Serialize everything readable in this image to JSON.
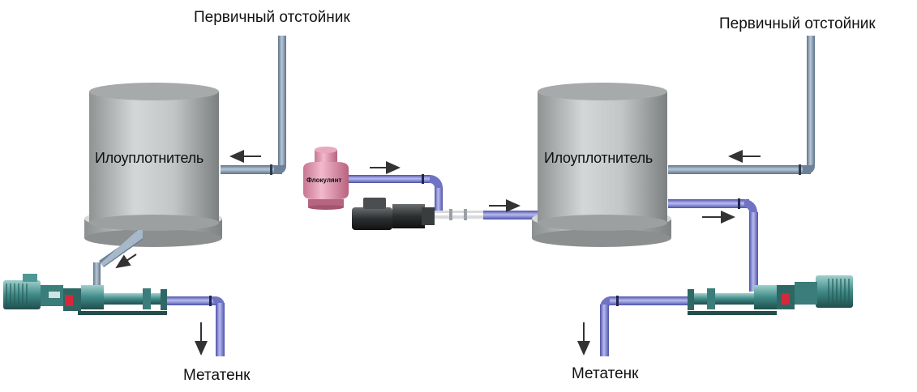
{
  "labels": {
    "primary_settler_left": "Первичный отстойник",
    "primary_settler_right": "Первичный отстойник",
    "thickener_left": "Илоуплотнитель",
    "thickener_right": "Илоуплотнитель",
    "flocculant": "Флокулянт",
    "digester_left": "Метатенк",
    "digester_right": "Метатенк"
  },
  "colors": {
    "pipe_gray": "#8fa6bb",
    "pipe_purple": "#8a8fd8",
    "pump_teal": "#3f8a87",
    "tank_gray": "#b9bcbc",
    "flocculant_pink": "#e59bb3",
    "valve_red": "#d9273a",
    "arrow": "#333333"
  },
  "icons": [
    "tank-icon",
    "pump-icon",
    "flocculant-tank-icon",
    "dosing-pump-icon",
    "arrow-icon"
  ]
}
